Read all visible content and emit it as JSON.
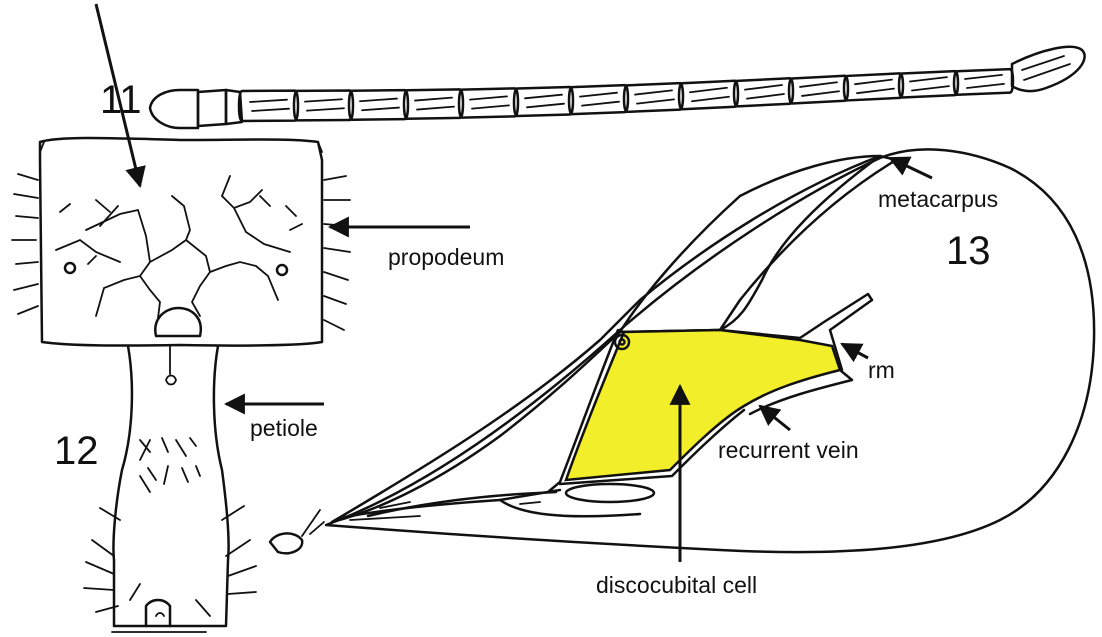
{
  "figures": {
    "antenna_number": "11",
    "propodeum_petiole_number": "12",
    "wing_number": "13"
  },
  "labels": {
    "propodeum": "propodeum",
    "petiole": "petiole",
    "metacarpus": "metacarpus",
    "rm": "rm",
    "recurrent_vein": "recurrent vein",
    "discocubital_cell": "discocubital cell"
  },
  "colors": {
    "highlight": "#f2ee2a",
    "ink": "#111111",
    "background": "#ffffff"
  }
}
